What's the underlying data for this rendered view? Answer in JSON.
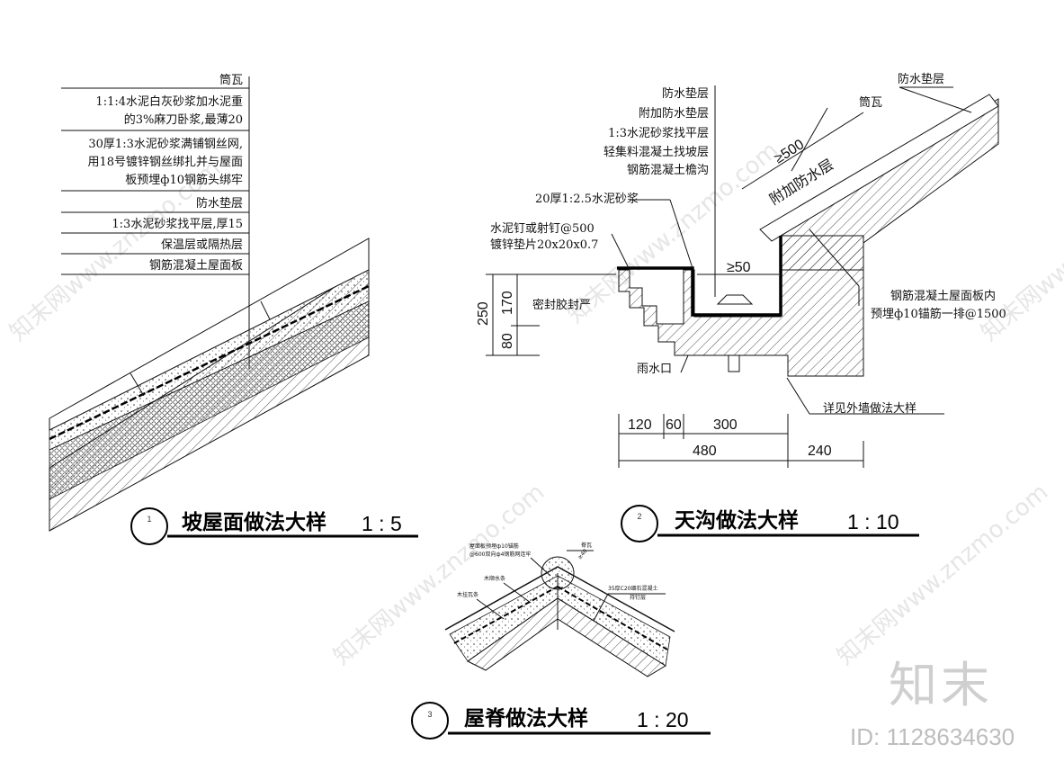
{
  "detail1": {
    "labels": [
      "筒瓦",
      "1:1:4水泥白灰砂浆加水泥重",
      "的3%麻刀卧浆,最薄20",
      "30厚1:3水泥砂浆满铺钢丝网,",
      "用18号镀锌钢丝绑扎并与屋面",
      "板预埋ф10钢筋头绑牢",
      "防水垫层",
      "1:3水泥砂浆找平层,厚15",
      "保温层或隔热层",
      "钢筋混凝土屋面板"
    ],
    "number": "1",
    "title": "坡屋面做法大样",
    "scale": "1 : 5"
  },
  "detail2": {
    "top_labels": [
      "防水垫层",
      "附加防水垫层",
      "1:3水泥砂浆找平层",
      "轻集料混凝土找坡层",
      "钢筋混凝土檐沟"
    ],
    "mortar_label": "20厚1:2.5水泥砂浆",
    "nail_label": "水泥钉或射钉@500",
    "washer_label": "镀锌垫片20x20x0.7",
    "seal_label": "密封胶封严",
    "drain_label": "雨水口",
    "wall_label": "详见外墙做法大样",
    "right_labels": [
      "防水垫层",
      "筒瓦"
    ],
    "slab_label_1": "钢筋混凝土屋面板内",
    "slab_label_2": "预埋ф10锚筋一排@1500",
    "extra_layer": "附加防水层",
    "dim_500": "≥500",
    "dim_50": "≥50",
    "dim_170": "170",
    "dim_80": "80",
    "dim_250": "250",
    "dim_120": "120",
    "dim_60": "60",
    "dim_300": "300",
    "dim_480": "480",
    "dim_240": "240",
    "number": "2",
    "title": "天沟做法大样",
    "scale": "1 : 10"
  },
  "detail3": {
    "label_top": "脊瓦",
    "label_rebar_1": "屋面板预埋ф10锚筋",
    "label_rebar_2": "@600双向ф4钢筋网连牢",
    "label_strip": "木顺水条",
    "label_batten": "木挂瓦条",
    "label_concrete_1": "35厚C20细石混凝土",
    "label_concrete_2": "持钉层",
    "label_slope": "≥40",
    "number": "3",
    "title": "屋脊做法大样",
    "scale": "1 : 20"
  },
  "watermark": {
    "text": "知末网www.znzmo.com",
    "brand": "知末",
    "id_label": "ID: 1128634630"
  }
}
